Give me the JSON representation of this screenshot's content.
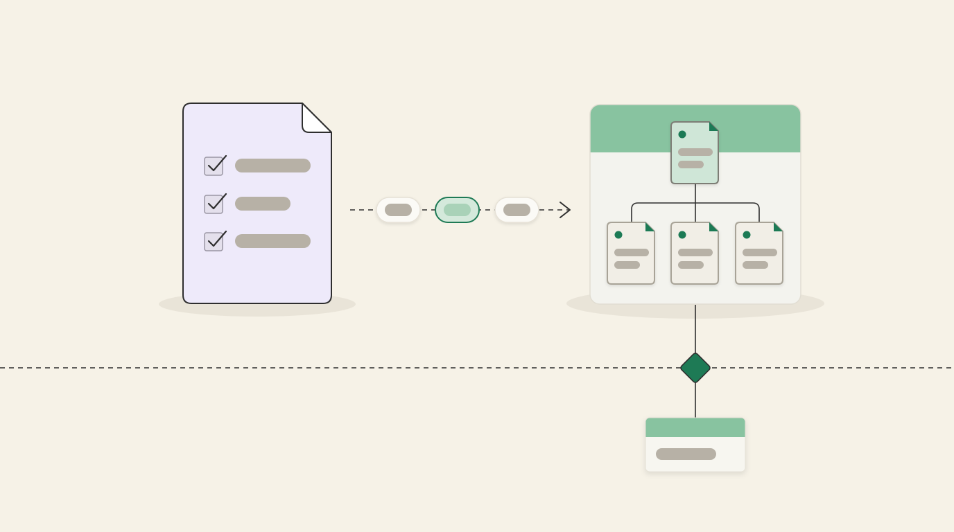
{
  "colors": {
    "background": "#f6f2e7",
    "checklist_doc_fill": "#eeeafa",
    "outline": "#2e2e2e",
    "placeholder_bar": "#b7b1a6",
    "accent_green": "#88c3a0",
    "accent_green_light": "#d4e9db",
    "marker_dark_green": "#1e7a55",
    "card_fill": "#f3f3ee",
    "page_fill": "#f1eee6",
    "chain_link_fill": "#fbfaf6"
  },
  "checklist": {
    "items": [
      {
        "checked": true,
        "bar_fraction": 1.0
      },
      {
        "checked": true,
        "bar_fraction": 0.73
      },
      {
        "checked": true,
        "bar_fraction": 1.0
      }
    ]
  },
  "connector": {
    "links": [
      {
        "highlighted": false
      },
      {
        "highlighted": true
      },
      {
        "highlighted": false
      }
    ],
    "arrow": "right"
  },
  "hierarchy": {
    "parent": {
      "marker": "dot",
      "line_count": 2
    },
    "children": [
      {
        "marker": "dot",
        "line_count": 2
      },
      {
        "marker": "dot",
        "line_count": 2
      },
      {
        "marker": "dot",
        "line_count": 2
      }
    ]
  },
  "decision": {
    "shape": "diamond"
  },
  "output_card": {
    "line_count": 1
  }
}
